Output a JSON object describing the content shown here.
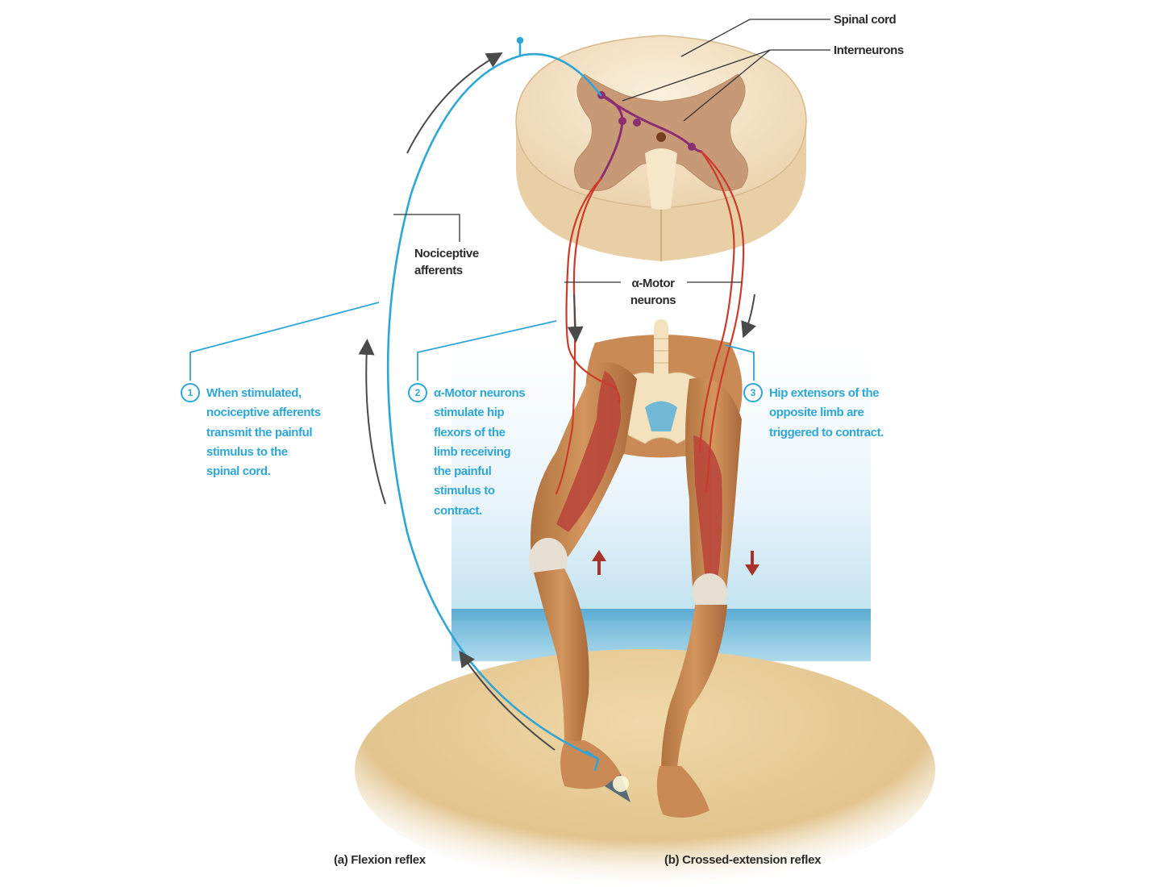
{
  "labels": {
    "spinal_cord": "Spinal cord",
    "interneurons": "Interneurons",
    "nociceptive_line1": "Nociceptive",
    "nociceptive_line2": "afferents",
    "alpha_motor_line1": "α-Motor",
    "alpha_motor_line2": "neurons"
  },
  "steps": [
    {
      "number": "1",
      "text": "When stimulated,\nnociceptive afferents\ntransmit the painful\nstimulus to the\nspinal cord."
    },
    {
      "number": "2",
      "text": "α-Motor neurons\nstimulate hip\nflexors of the\nlimb receiving\nthe painful\nstimulus to\ncontract."
    },
    {
      "number": "3",
      "text": "Hip extensors of the\nopposite limb are\ntriggered to contract."
    }
  ],
  "captions": {
    "a": "(a) Flexion reflex",
    "b": "(b) Crossed-extension reflex"
  },
  "colors": {
    "afferent": "#2ea6d6",
    "motor": "#cc3a2c",
    "interneuron": "#8b2f73",
    "white_matter": "#f1dcbc",
    "grey_matter": "#c89976",
    "skin": "#c98a55",
    "muscle": "#b9473a",
    "sea": "#63b4d6",
    "sand": "#e2c48e"
  }
}
